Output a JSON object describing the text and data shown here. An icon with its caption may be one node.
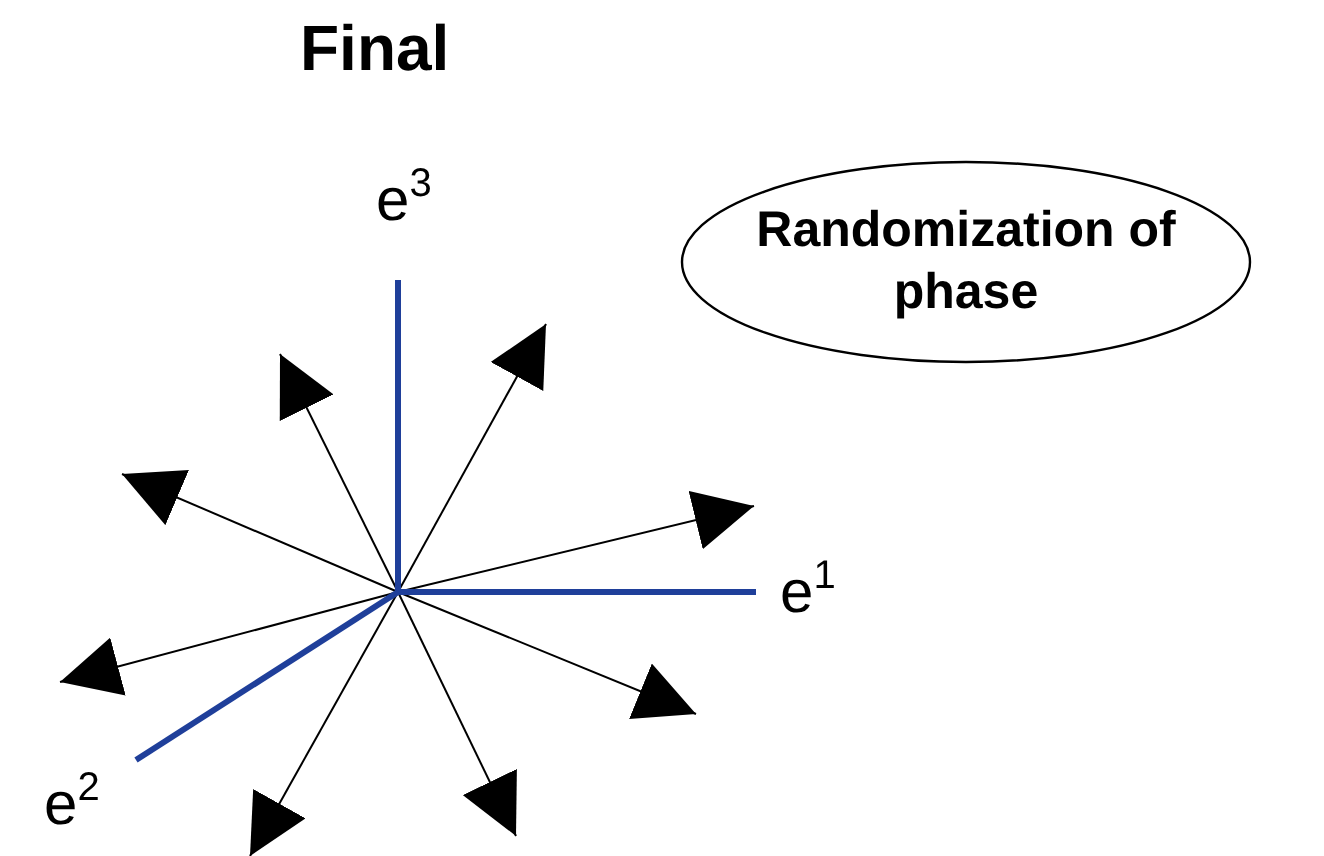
{
  "diagram": {
    "title": "Final",
    "nodes": [
      {
        "text": [
          "Randomization of phase"
        ]
      }
    ],
    "labels": [
      "e$^{3}$",
      "e$^{1}$",
      "e$^{2}$"
    ]
  }
}
